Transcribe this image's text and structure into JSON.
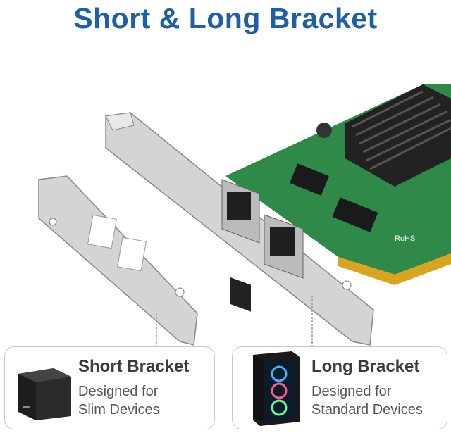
{
  "title": "Short & Long Bracket",
  "colors": {
    "title": "#1f5fa8",
    "pcb": "#2f8a4a",
    "metal": "#cfcfcf"
  },
  "cards": [
    {
      "title": "Short Bracket",
      "desc_line1": "Designed for",
      "desc_line2": "Slim Devices",
      "icon": "mini-pc-cube-icon"
    },
    {
      "title": "Long Bracket",
      "desc_line1": "Designed for",
      "desc_line2": "Standard Devices",
      "icon": "tower-pc-icon"
    }
  ],
  "product": {
    "ports": [
      "port-1",
      "port-2"
    ],
    "marking": "RoHS"
  }
}
